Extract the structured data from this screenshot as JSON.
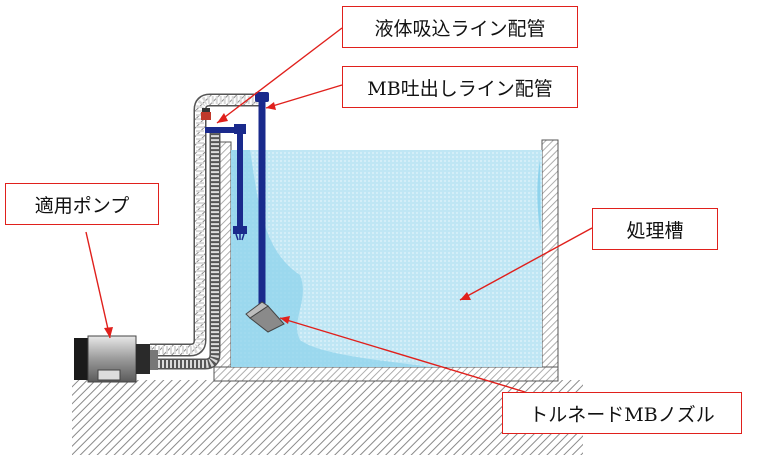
{
  "labels": {
    "suction_line": "液体吸込ライン配管",
    "mb_discharge_line": "MB吐出しライン配管",
    "pump": "適用ポンプ",
    "tank": "処理槽",
    "nozzle": "トルネードMBノズル"
  },
  "colors": {
    "leader_line": "#e0201c",
    "water": "#a9dcef",
    "pipe_blue": "#1a2a8c",
    "ground": "#cfcfcf",
    "tank_wall": "#dcdcdc"
  }
}
